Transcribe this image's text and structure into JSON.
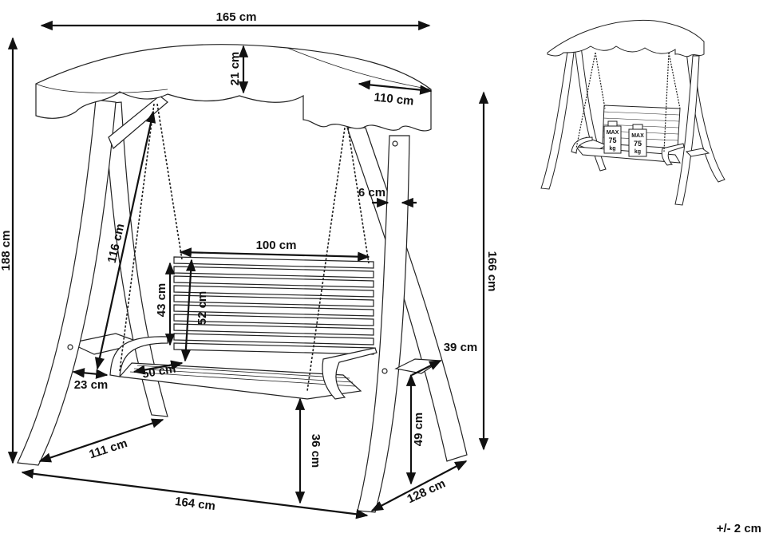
{
  "dimensions": {
    "canopy_width": "165 cm",
    "canopy_height": "21 cm",
    "canopy_depth": "110 cm",
    "total_height": "188 cm",
    "chain_length": "116 cm",
    "beam_width": "6 cm",
    "seat_width": "100 cm",
    "backrest_height_a": "43 cm",
    "backrest_height_b": "52 cm",
    "seat_depth": "50 cm",
    "armrest_offset": "23 cm",
    "base_depth_left": "111 cm",
    "frame_length": "164 cm",
    "seat_ground_clearance": "36 cm",
    "frame_inner_height": "166 cm",
    "side_table_width": "39 cm",
    "side_table_height": "49 cm",
    "base_depth_right": "128 cm"
  },
  "tolerance": "+/- 2 cm",
  "load_labels": [
    {
      "max": "MAX",
      "value": "75",
      "unit": "kg"
    },
    {
      "max": "MAX",
      "value": "75",
      "unit": "kg"
    }
  ]
}
